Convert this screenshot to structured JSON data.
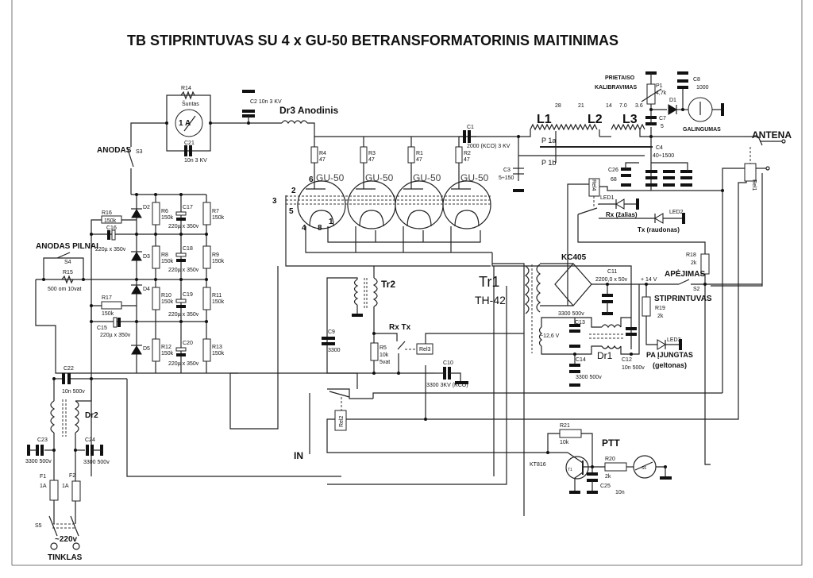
{
  "title": "TB STIPRINTUVAS SU 4 x GU-50  BETRANSFORMATORINIS MAITINIMAS",
  "anode_meter": {
    "r14": "R14",
    "r14_value": "Šuntas",
    "meter": "1 A",
    "c21": "C21",
    "c21_value": "10n  3 KV",
    "c2": "C2  10n  3 KV",
    "dr3": "Dr3 Anodinis",
    "anodas": "ANODAS",
    "s3": "S3"
  },
  "tubes": {
    "type": "GU-50",
    "resistors": [
      {
        "name": "R4",
        "value": "47"
      },
      {
        "name": "R3",
        "value": "47"
      },
      {
        "name": "R1",
        "value": "47"
      },
      {
        "name": "R2",
        "value": "47"
      }
    ],
    "pins": [
      "6",
      "2",
      "3",
      "5",
      "4",
      "8",
      "1"
    ]
  },
  "power_supply": {
    "anodas_pilnai": "ANODAS PILNAI",
    "s4": "S4",
    "r15": "R15",
    "r15_value": "500 om    10vat",
    "r16": "R16",
    "r16_value": "150k",
    "c16": "C16",
    "r17": "R17",
    "r17_value": "150k",
    "c15": "C15",
    "cap_value": "220µ x 350v",
    "diodes": [
      "D2",
      "D3",
      "D4",
      "D5"
    ],
    "rows": [
      {
        "r_left": "R6",
        "c": "C17",
        "r_right": "R7"
      },
      {
        "r_left": "R8",
        "c": "C18",
        "r_right": "R9"
      },
      {
        "r_left": "R10",
        "c": "C19",
        "r_right": "R11"
      },
      {
        "r_left": "R12",
        "c": "C20",
        "r_right": "R13"
      }
    ],
    "r_value": "150k"
  },
  "mains": {
    "c22": "C22",
    "c22_value": "10n 500v",
    "dr2": "Dr2",
    "c23": "C23",
    "c23_value": "3300  500v",
    "c24": "C24",
    "c24_value": "3300 500v",
    "f1": "F1",
    "f2": "F2",
    "fuse_value": "1A",
    "s5": "S5",
    "voltage": "~220v",
    "tinklas": "TINKLAS"
  },
  "input": {
    "tr2": "Tr2",
    "c9": "C9",
    "c9_value": "3300",
    "rx_tx": "Rx Tx",
    "r5": "R5",
    "r5_value": "10k",
    "r5_power": "5vat",
    "rel3": "Rel3",
    "c10": "C10",
    "c10_value": "3300   3KV (KCO)",
    "rel2": "Rel2",
    "in": "IN"
  },
  "output": {
    "c1": "C1",
    "c1_value": "2000 (KCO) 3 KV",
    "c3": "C3",
    "c3_value": "5÷150",
    "p1a": "P 1a",
    "p1b": "P 1b",
    "l1": "L1",
    "l2": "L2",
    "l3": "L3",
    "taps": [
      "28",
      "21",
      "14",
      "7.0",
      "3.6"
    ],
    "c4": "C4",
    "c4_value": "40÷1500",
    "c26": "C26",
    "c26_value": "68",
    "prietaiso": "PRIETAISO",
    "kalibravimas": "KALIBRAVIMAS",
    "p1": "P1",
    "p1_value": "4,7k",
    "c8": "C8",
    "c8_value": "1000",
    "d1": "D1",
    "c7": "C7",
    "c7_value": "5",
    "galingumas": "GALINGUMAS",
    "antena": "ANTENA",
    "rel1": "Rel1",
    "rel4": "Rel4",
    "led1": "LED1",
    "rx_label": "Rx (žalias)",
    "led2": "LED2",
    "tx_label": "Tx (raudonas)"
  },
  "low_voltage": {
    "tr1": "Tr1",
    "tr1_type": "TH-42",
    "bridge": "KC405",
    "c11": "C11",
    "c11_value": "2200,0 x 50v",
    "c13": "C13",
    "c13_value": "3300  500v",
    "winding": "~12,6 V",
    "dr1": "Dr1",
    "c14": "C14",
    "c14_value": "3300  500v",
    "c12": "C12",
    "c12_value": "10n  500v",
    "plus14": "+ 14 V",
    "apejimas": "APĖJIMAS",
    "s2": "S2",
    "stiprintuvas": "STIPRINTUVAS",
    "r18": "R18",
    "r18_value": "2k",
    "r19": "R19",
    "r19_value": "2k",
    "led3": "LED3",
    "pa_ijungtas": "PA ĮJUNGTAS",
    "geltonas": "(geltonas)"
  },
  "ptt": {
    "label": "PTT",
    "r21": "R21",
    "r21_value": "10k",
    "transistor": "KT816",
    "t1": "T1",
    "r20": "R20",
    "r20_value": "2k",
    "c25": "C25",
    "c25_value": "10n",
    "s6": "S6"
  }
}
